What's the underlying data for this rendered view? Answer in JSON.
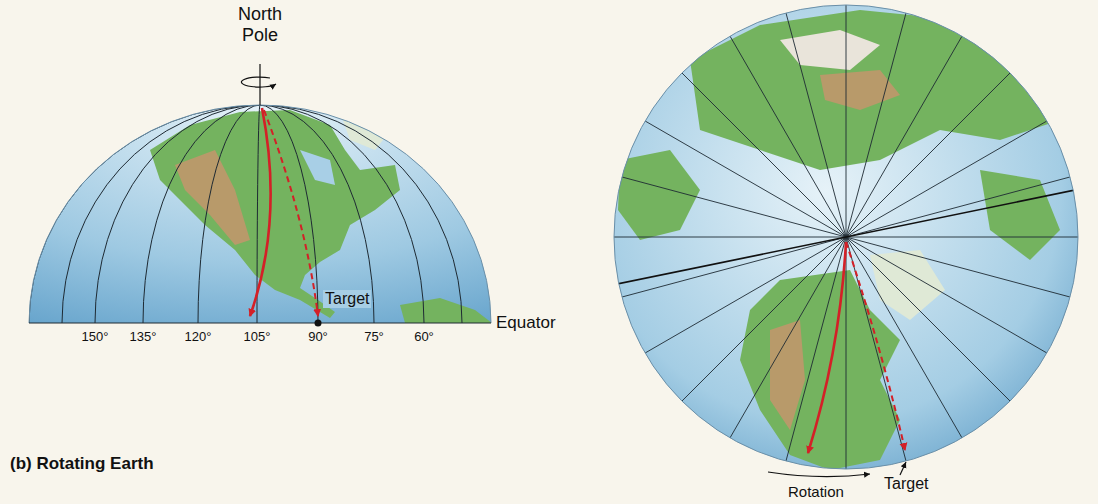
{
  "diagram": {
    "caption": "(b) Rotating Earth",
    "labels": [
      "North Pole",
      "Target",
      "Equator",
      "150°",
      "135°",
      "120°",
      "105°",
      "90°",
      "75°",
      "60°",
      "Target",
      "Rotation"
    ]
  }
}
